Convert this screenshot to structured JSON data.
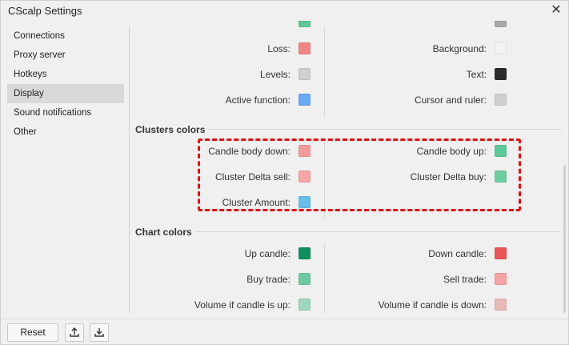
{
  "window": {
    "title": "CScalp Settings",
    "close_glyph": "✕"
  },
  "sidebar": {
    "items": [
      {
        "label": "Connections"
      },
      {
        "label": "Proxy server"
      },
      {
        "label": "Hotkeys"
      },
      {
        "label": "Display",
        "active": true
      },
      {
        "label": "Sound notifications"
      },
      {
        "label": "Other"
      }
    ]
  },
  "top_section": {
    "left": [
      {
        "label": "Loss:",
        "color": "#f08585"
      },
      {
        "label": "Levels:",
        "color": "#cfcfcf"
      },
      {
        "label": "Active function:",
        "color": "#6aaaf5"
      }
    ],
    "right": [
      {
        "label": "Background:",
        "color": "#f4f4f4"
      },
      {
        "label": "Text:",
        "color": "#2b2b2b"
      },
      {
        "label": "Cursor and ruler:",
        "color": "#cfcfcf"
      }
    ]
  },
  "clusters": {
    "title": "Clusters colors",
    "left": [
      {
        "label": "Candle body down:",
        "color": "#f79a9a"
      },
      {
        "label": "Cluster Delta sell:",
        "color": "#f7a5a5"
      },
      {
        "label": "Cluster Amount:",
        "color": "#66bdea"
      }
    ],
    "right": [
      {
        "label": "Candle body up:",
        "color": "#5ec79a"
      },
      {
        "label": "Cluster Delta buy:",
        "color": "#6fcda2"
      }
    ]
  },
  "chart": {
    "title": "Chart colors",
    "left": [
      {
        "label": "Up candle:",
        "color": "#0f8f5e"
      },
      {
        "label": "Buy trade:",
        "color": "#6ec9a3"
      },
      {
        "label": "Volume if candle is up:",
        "color": "#9fd6c0"
      }
    ],
    "right": [
      {
        "label": "Down candle:",
        "color": "#e85656"
      },
      {
        "label": "Sell trade:",
        "color": "#f5a3a3"
      },
      {
        "label": "Volume if candle is down:",
        "color": "#e7b8b8"
      }
    ]
  },
  "partial_swatches": {
    "left_color": "#5ec79a",
    "right_color": "#a8a8a8"
  },
  "footer": {
    "reset_label": "Reset",
    "export_icon": "upload-icon",
    "import_icon": "download-icon"
  }
}
